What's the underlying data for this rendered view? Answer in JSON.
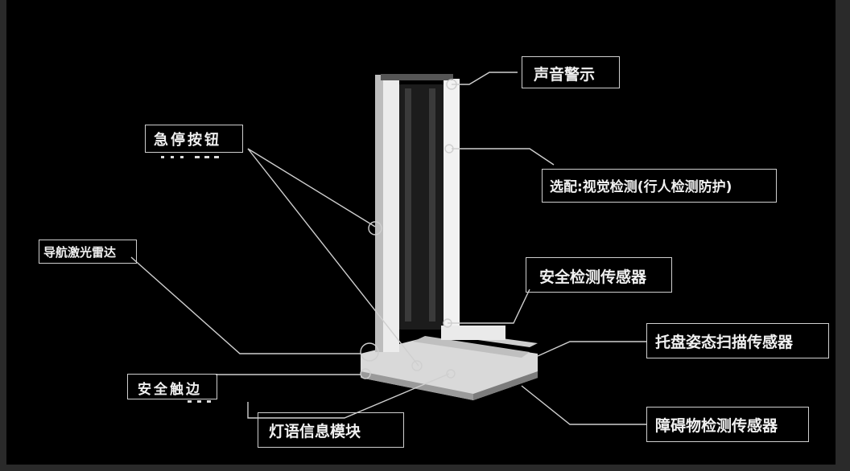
{
  "labels": {
    "sound_alarm": "声音警示",
    "emergency_stop": "急停按钮",
    "vision_detection": "选配:视觉检测(行人检测防护)",
    "nav_lidar": "导航激光雷达",
    "safety_sensor": "安全检测传感器",
    "pallet_sensor": "托盘姿态扫描传感器",
    "safety_edge": "安全触边",
    "light_module": "灯语信息模块",
    "obstacle_sensor": "障碍物检测传感器"
  },
  "colors": {
    "background": "#000000",
    "line": "#cfcfcf",
    "text": "#f0f0f0",
    "machine_body": "#e8e8e8"
  }
}
